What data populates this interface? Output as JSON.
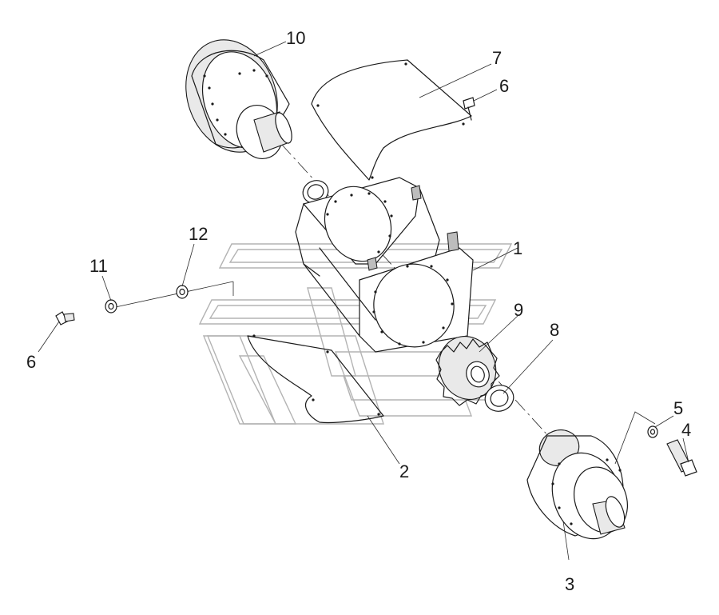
{
  "diagram": {
    "callouts": [
      {
        "id": "c10",
        "label": "10"
      },
      {
        "id": "c7",
        "label": "7"
      },
      {
        "id": "c6a",
        "label": "6"
      },
      {
        "id": "c12",
        "label": "12"
      },
      {
        "id": "c11",
        "label": "11"
      },
      {
        "id": "c6b",
        "label": "6"
      },
      {
        "id": "c1",
        "label": "1"
      },
      {
        "id": "c9",
        "label": "9"
      },
      {
        "id": "c8",
        "label": "8"
      },
      {
        "id": "c5",
        "label": "5"
      },
      {
        "id": "c4",
        "label": "4"
      },
      {
        "id": "c2",
        "label": "2"
      },
      {
        "id": "c3",
        "label": "3"
      }
    ]
  },
  "colors": {
    "line": "#1a1a1a",
    "watermark": "#9a9a9a",
    "background": "#ffffff"
  }
}
